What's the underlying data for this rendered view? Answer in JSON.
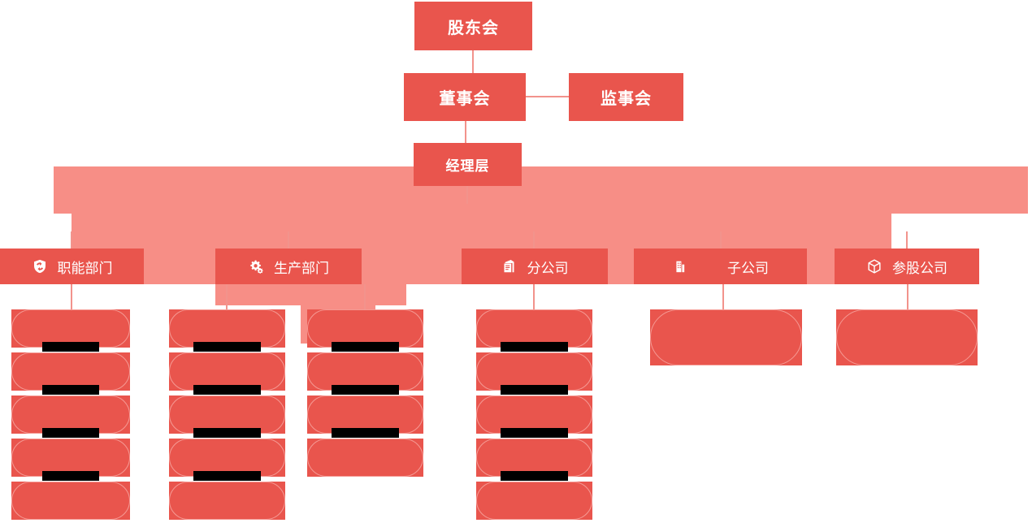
{
  "colors": {
    "primary": "#e9554d",
    "band": "#f78e86",
    "connector": "#f2938c",
    "pill_border": "#f59a94",
    "redaction": "#000000",
    "text": "#ffffff",
    "background": "#ffffff"
  },
  "governance": {
    "shareholders": "股东会",
    "board_of_directors": "董事会",
    "board_of_supervisors": "监事会",
    "management": "经理层"
  },
  "categories": [
    {
      "id": "functional",
      "label": "职能部门",
      "icon": "shield-recycle-icon"
    },
    {
      "id": "production",
      "label": "生产部门",
      "icon": "gears-icon"
    },
    {
      "id": "branch",
      "label": "分公司",
      "icon": "factory-document-icon"
    },
    {
      "id": "subsidiary",
      "label": "子公司",
      "icon": "building-icon"
    },
    {
      "id": "affiliate",
      "label": "参股公司",
      "icon": "cube-icon"
    }
  ],
  "leaf_columns": [
    {
      "id": "col-1",
      "label": "",
      "count": 5,
      "redacted": true
    },
    {
      "id": "col-2",
      "label": "",
      "count": 5,
      "redacted": true
    },
    {
      "id": "col-3",
      "label": "",
      "count": 4,
      "redacted": true
    },
    {
      "id": "col-4",
      "label": "",
      "count": 5,
      "redacted": true
    },
    {
      "id": "col-5",
      "label": "",
      "count": 1,
      "redacted": false
    },
    {
      "id": "col-6",
      "label": "",
      "count": 1,
      "redacted": false
    }
  ]
}
